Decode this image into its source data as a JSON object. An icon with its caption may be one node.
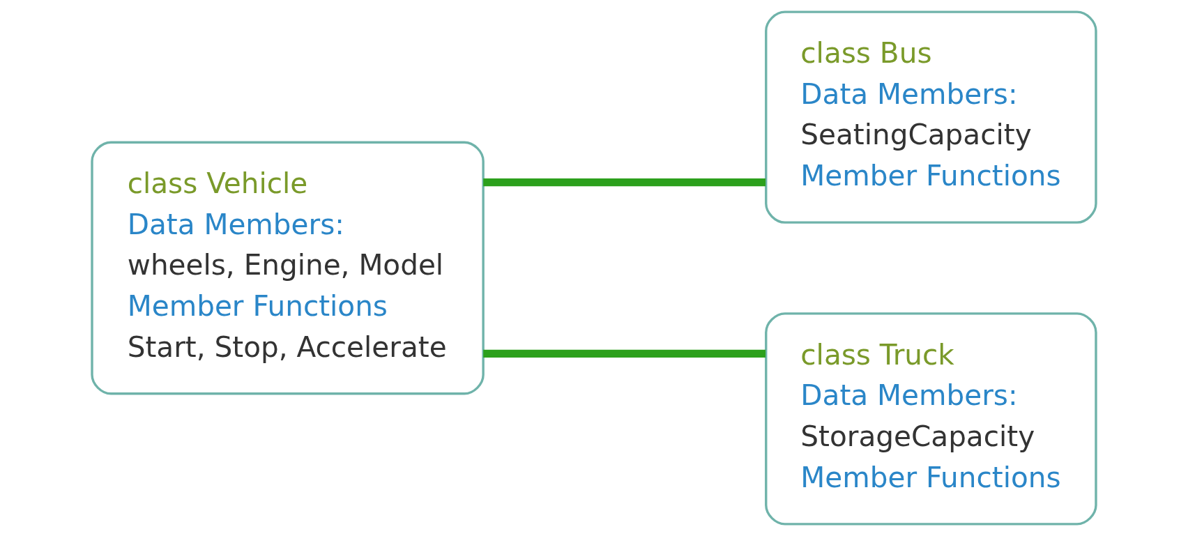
{
  "diagram": {
    "nodes": [
      {
        "text": [
          "class Vehicle",
          "Data Members:",
          "wheels, Engine, Model",
          "Member Functions",
          "Start, Stop, Accelerate"
        ]
      },
      {
        "text": [
          "class Bus",
          "Data Members:",
          "SeatingCapacity",
          "Member Functions"
        ]
      },
      {
        "text": [
          "class Truck",
          "Data Members:",
          "StorageCapacity",
          "Member Functions"
        ]
      }
    ],
    "edges": [
      {
        "from": 0,
        "to": 1,
        "arrow": "none"
      },
      {
        "from": 0,
        "to": 2,
        "arrow": "none"
      }
    ]
  }
}
